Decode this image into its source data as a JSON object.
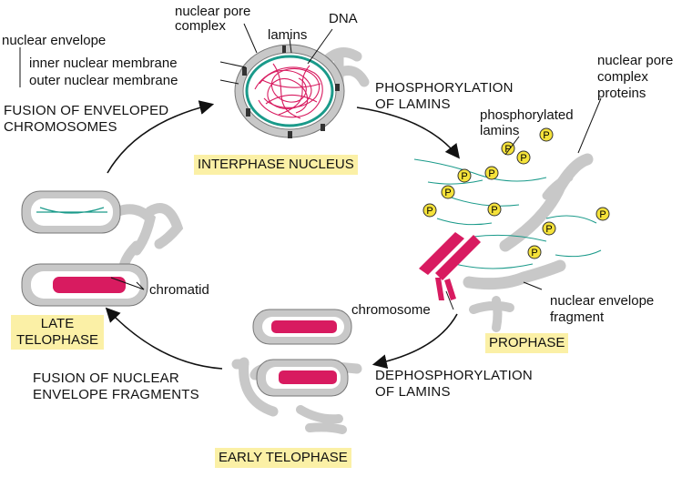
{
  "stages": {
    "interphase": "INTERPHASE NUCLEUS",
    "prophase": "PROPHASE",
    "early_telophase": "EARLY TELOPHASE",
    "late_telophase_line1": "LATE",
    "late_telophase_line2": "TELOPHASE"
  },
  "transitions": {
    "phosphorylation_line1": "PHOSPHORYLATION",
    "phosphorylation_line2": "OF LAMINS",
    "dephosphorylation_line1": "DEPHOSPHORYLATION",
    "dephosphorylation_line2": "OF LAMINS",
    "fusion_fragments_line1": "FUSION OF NUCLEAR",
    "fusion_fragments_line2": "ENVELOPE FRAGMENTS",
    "fusion_chromosomes_line1": "FUSION OF ENVELOPED",
    "fusion_chromosomes_line2": "CHROMOSOMES"
  },
  "labels": {
    "nuclear_pore_complex_line1": "nuclear pore",
    "nuclear_pore_complex_line2": "complex",
    "lamins": "lamins",
    "dna": "DNA",
    "nuclear_envelope": "nuclear envelope",
    "inner_membrane": "inner nuclear membrane",
    "outer_membrane": "outer nuclear membrane",
    "pore_proteins_line1": "nuclear pore",
    "pore_proteins_line2": "complex",
    "pore_proteins_line3": "proteins",
    "phospho_lamins_line1": "phosphorylated",
    "phospho_lamins_line2": "lamins",
    "chromosome": "chromosome",
    "envelope_fragment_line1": "nuclear envelope",
    "envelope_fragment_line2": "fragment",
    "chromatid": "chromatid",
    "phosphate": "P"
  },
  "colors": {
    "highlight": "#fbf0a6",
    "dna": "#d81b60",
    "membrane": "#c8c8c8",
    "lamina": "#1a9a8a",
    "phosphate": "#f5e23a"
  }
}
